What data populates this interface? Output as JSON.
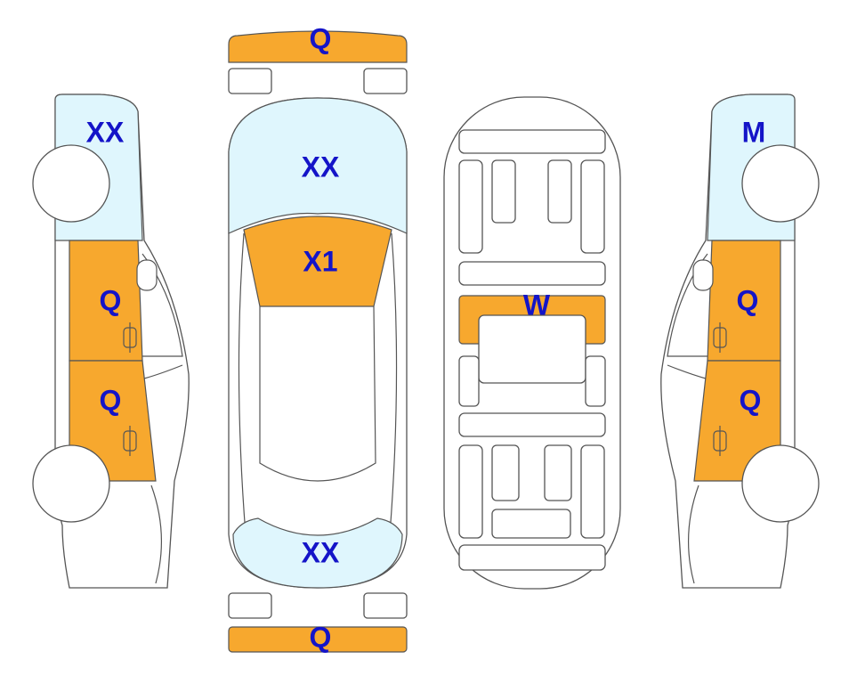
{
  "colors": {
    "q_fill": "#f7a82e",
    "xx_fill": "#dff6fd",
    "label": "#1414c8",
    "outline": "#555555"
  },
  "labels": {
    "front_bumper": "Q",
    "rear_bumper": "Q",
    "hood": "XX",
    "roof": "X1",
    "trunk": "XX",
    "floor_panel": "W",
    "left_fender": "XX",
    "left_front_door": "Q",
    "left_rear_door": "Q",
    "right_fender": "M",
    "right_front_door": "Q",
    "right_rear_door": "Q"
  }
}
